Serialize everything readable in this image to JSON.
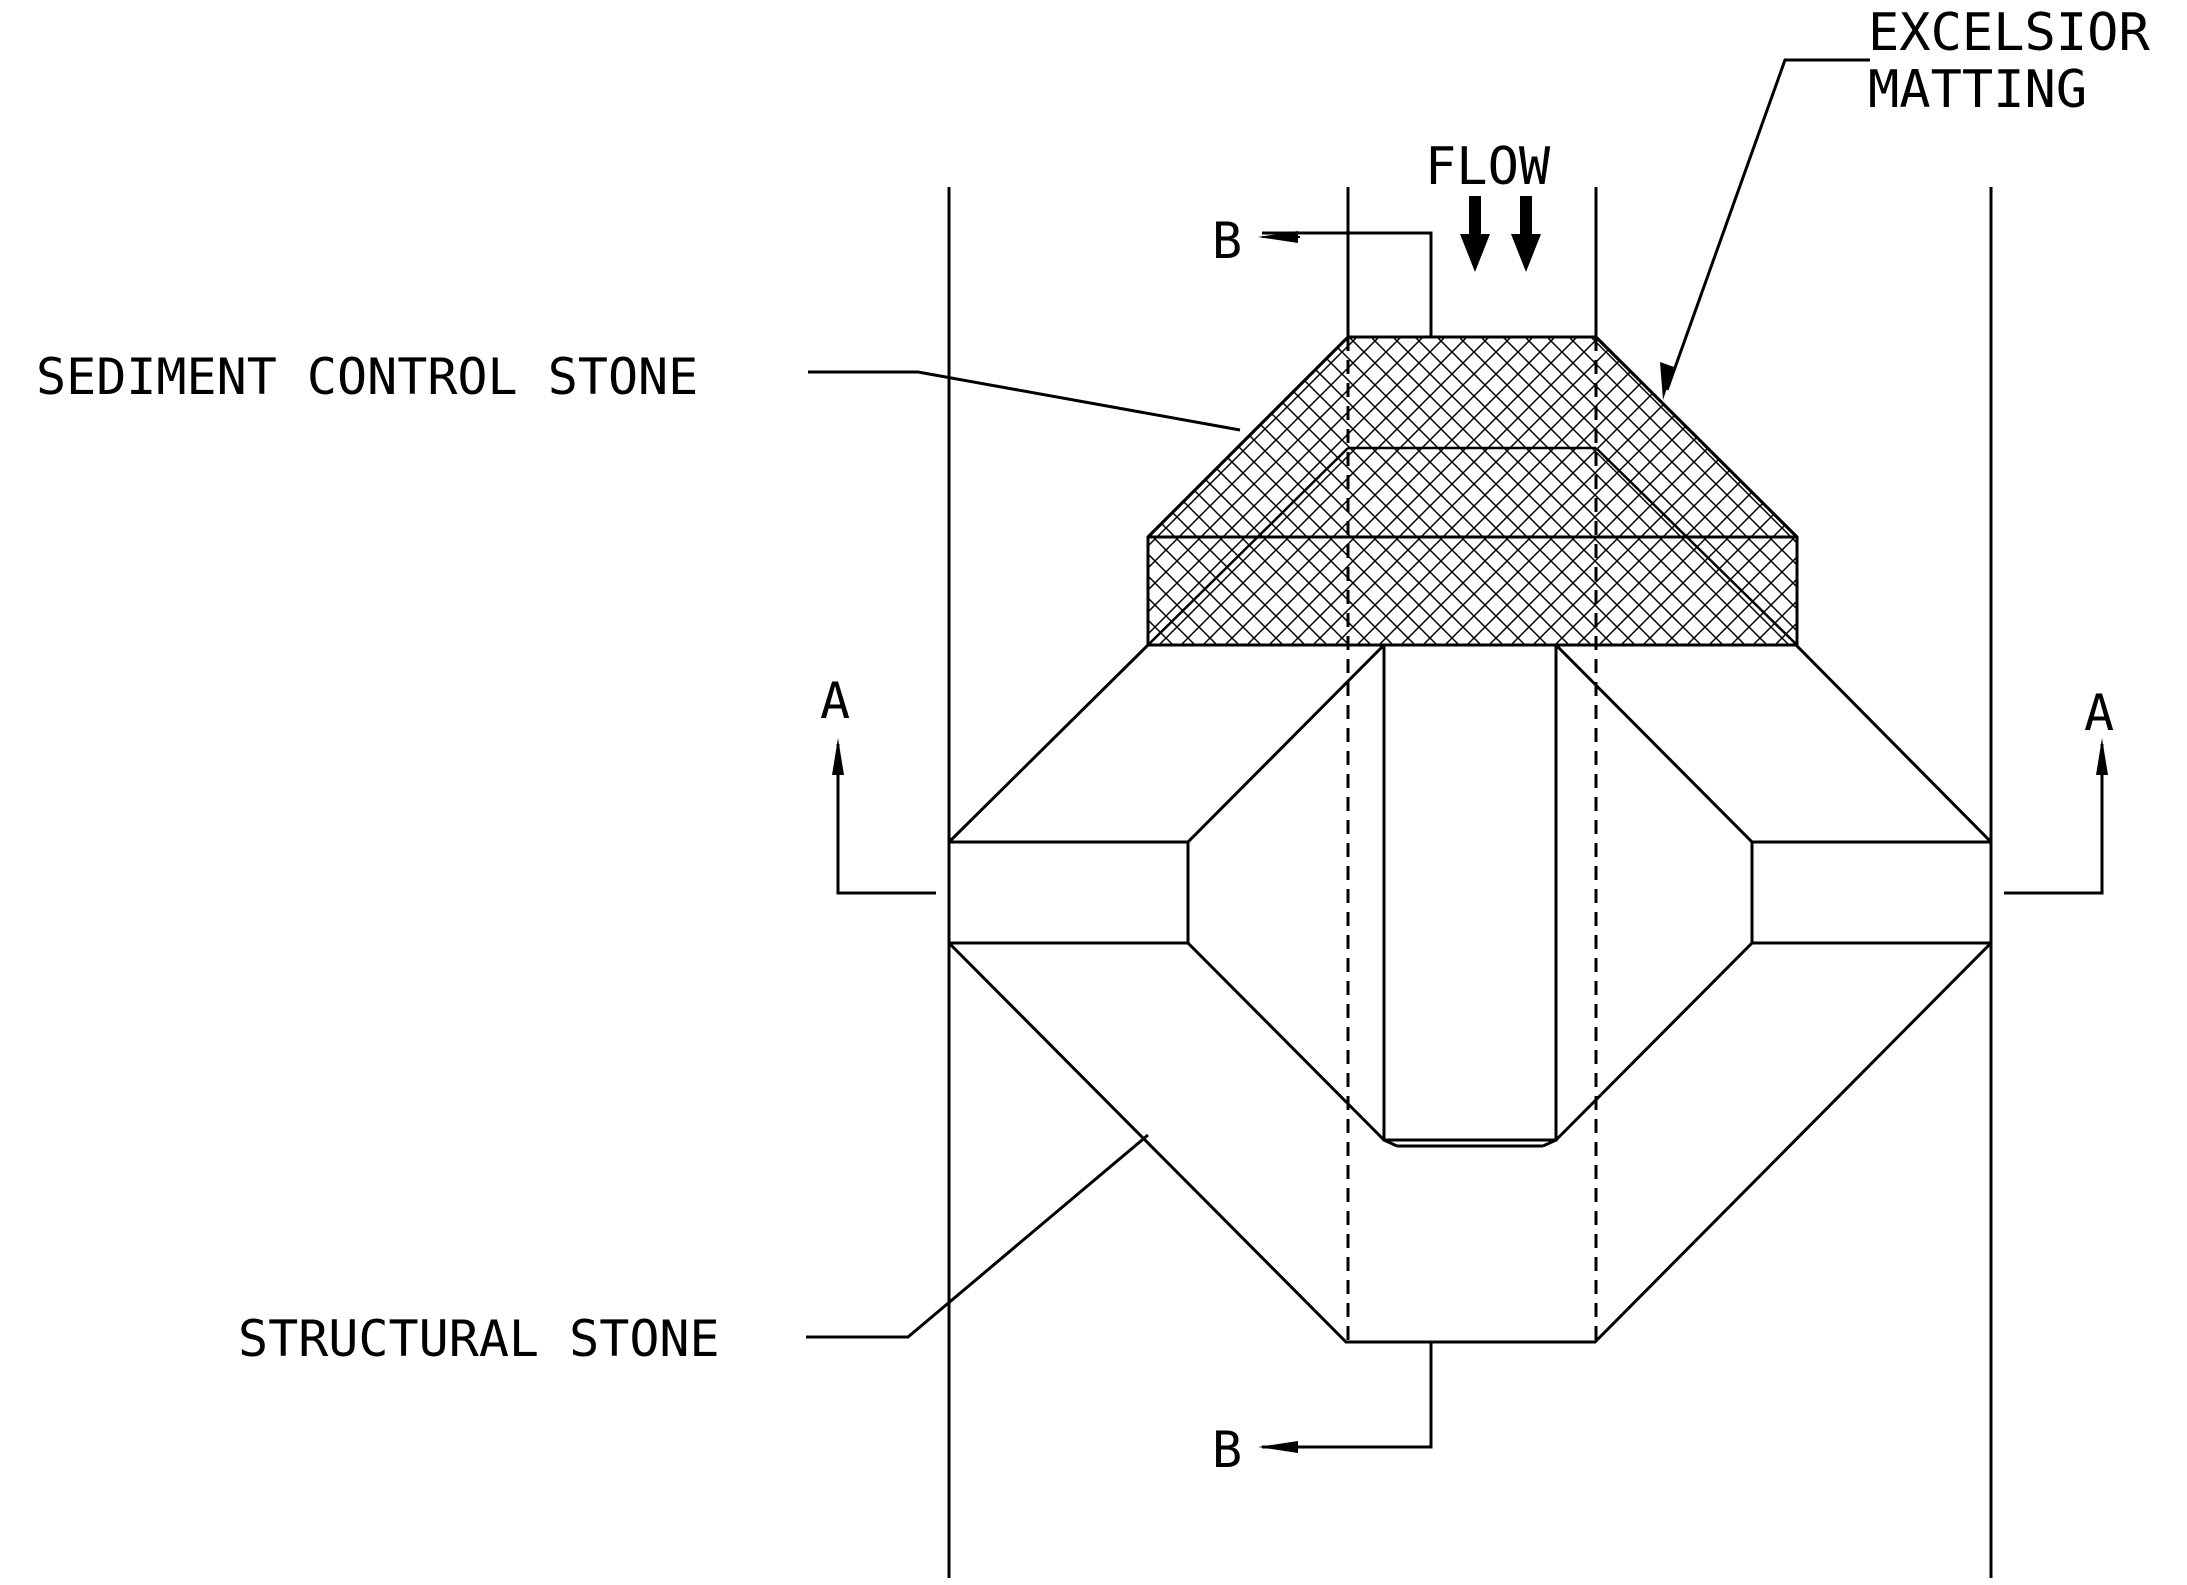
{
  "labels": {
    "excelsior_line1": "EXCELSIOR",
    "excelsior_line2": "MATTING",
    "flow": "FLOW",
    "sediment_control_stone": "SEDIMENT CONTROL STONE",
    "structural_stone": "STRUCTURAL STONE",
    "section_a_left": "A",
    "section_a_right": "A",
    "section_b_top": "B",
    "section_b_bottom": "B"
  }
}
